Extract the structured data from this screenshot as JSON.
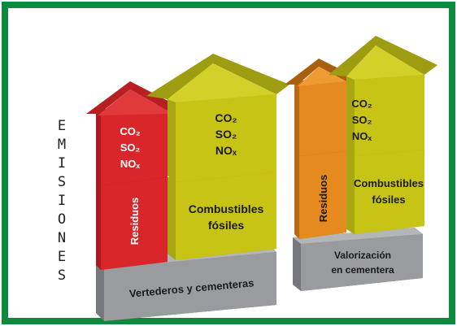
{
  "side_label": "EMISIONES",
  "left": {
    "gas_labels": [
      "CO₂",
      "SO₂",
      "NOₓ"
    ],
    "big_gas_labels": [
      "CO₂",
      "SO₂",
      "NOₓ"
    ],
    "residuos": "Residuos",
    "combustibles_line1": "Combustibles",
    "combustibles_line2": "fósiles",
    "base": "Vertederos y cementeras"
  },
  "right": {
    "gas_labels": [
      "CO₂",
      "SO₂",
      "NOₓ"
    ],
    "residuos": "Residuos",
    "combustibles_line1": "Combustibles",
    "combustibles_line2": "fósiles",
    "base_line1": "Valorización",
    "base_line2": "en cementera"
  },
  "colors": {
    "border": "#0e8a3e",
    "yellow": "#c8c416",
    "yellow_dark": "#a8a612",
    "red": "#d8262a",
    "red_dark": "#a81b1f",
    "orange": "#e58a1f",
    "orange_dark": "#b86a14",
    "grey": "#9a9b9e",
    "grey_dark": "#77787b"
  }
}
